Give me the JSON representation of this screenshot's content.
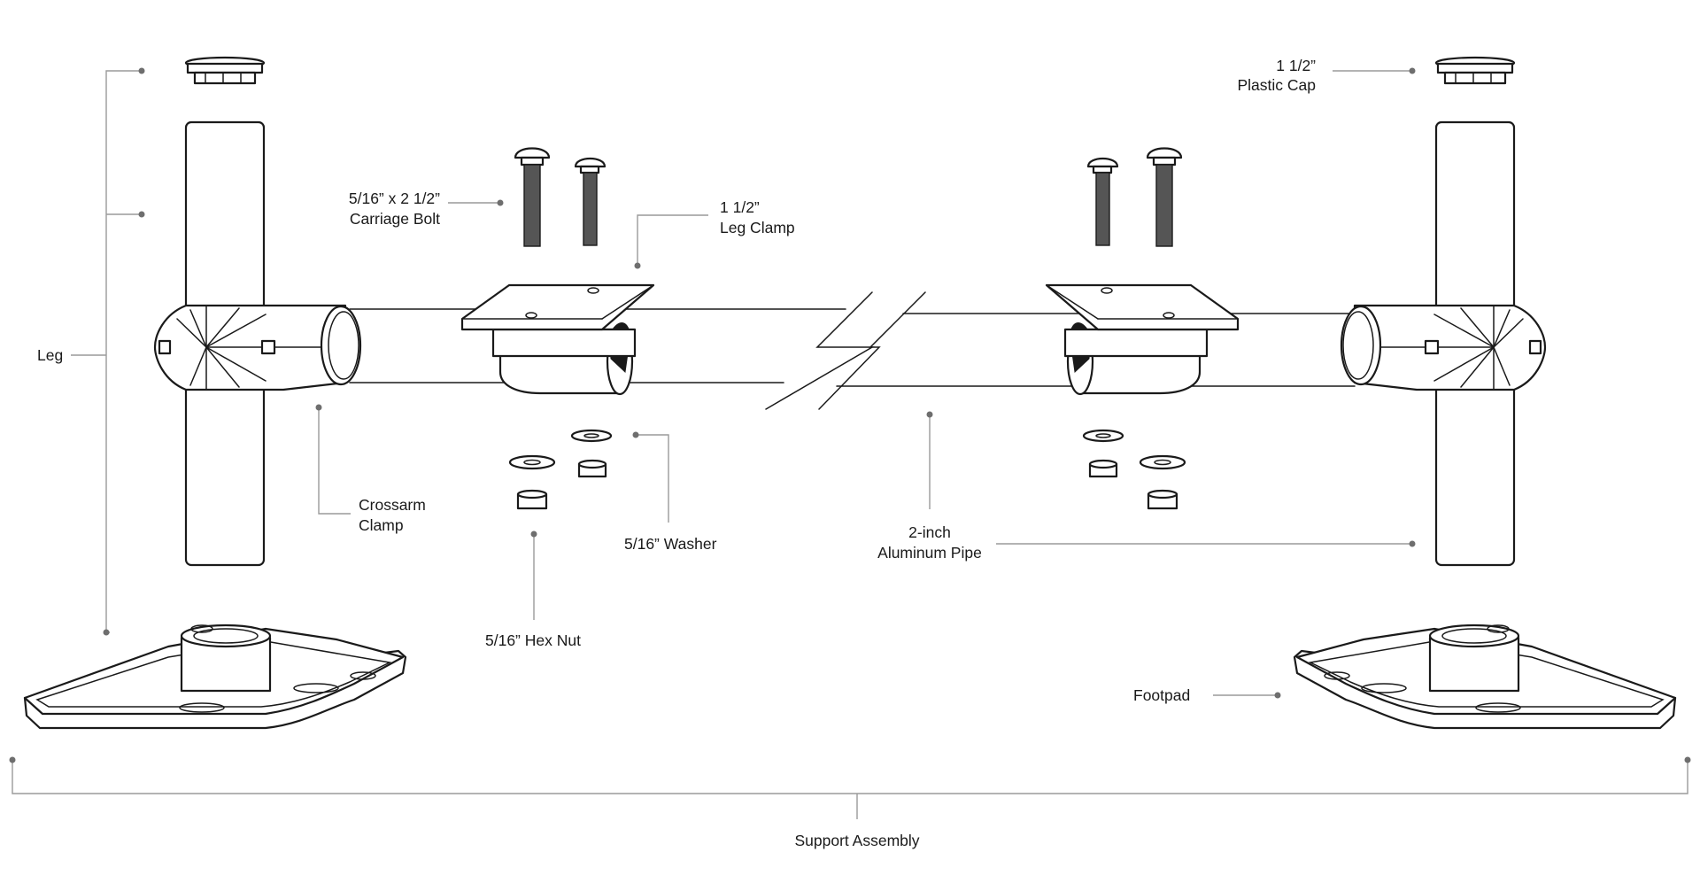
{
  "labels": {
    "leg": "Leg",
    "plastic_cap_line1": "1 1/2”",
    "plastic_cap_line2": "Plastic Cap",
    "carriage_bolt_line1": "5/16” x 2 1/2”",
    "carriage_bolt_line2": "Carriage Bolt",
    "leg_clamp_line1": "1 1/2”",
    "leg_clamp_line2": "Leg Clamp",
    "crossarm_clamp_line1": "Crossarm",
    "crossarm_clamp_line2": "Clamp",
    "washer": "5/16” Washer",
    "hex_nut": "5/16” Hex Nut",
    "pipe_line1": "2-inch",
    "pipe_line2": "Aluminum Pipe",
    "footpad": "Footpad",
    "assembly": "Support Assembly"
  },
  "colors": {
    "line": "#1a1a1a",
    "leader": "#9a9a9a",
    "background": "#ffffff"
  }
}
